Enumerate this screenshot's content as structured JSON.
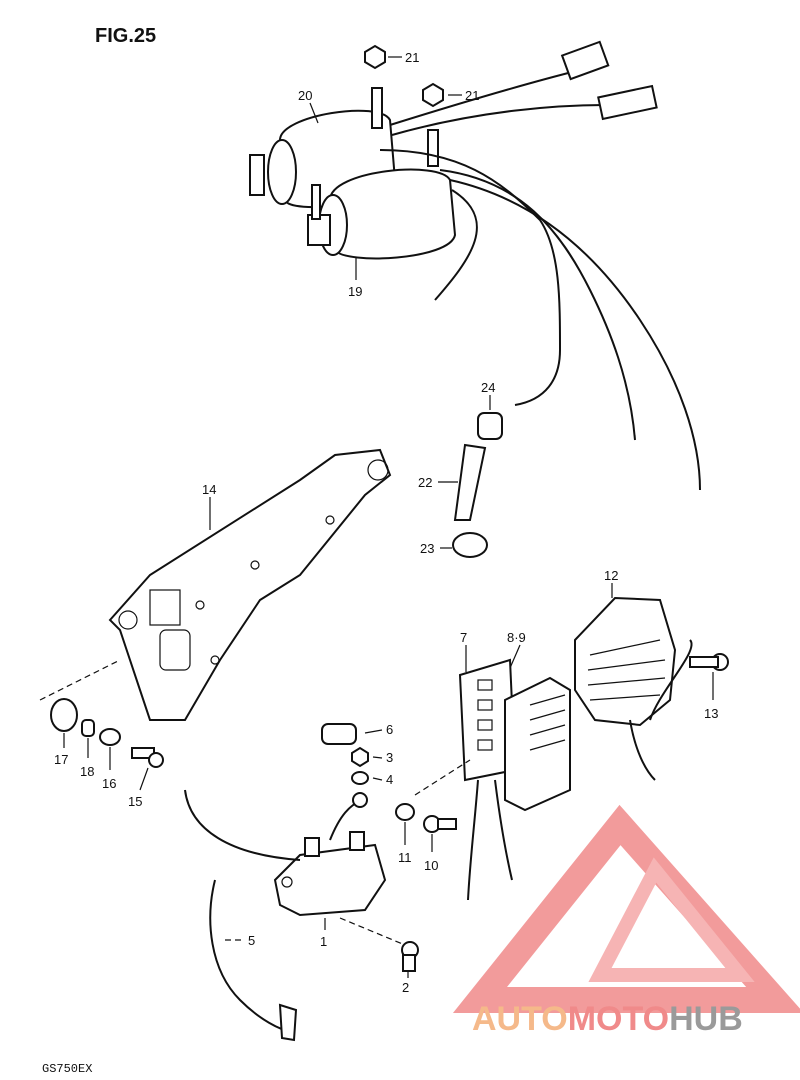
{
  "figure": {
    "title": "FIG.25",
    "model_code": "GS750EX"
  },
  "callouts": [
    {
      "id": "c21a",
      "label": "21"
    },
    {
      "id": "c21b",
      "label": "21"
    },
    {
      "id": "c20",
      "label": "20"
    },
    {
      "id": "c19",
      "label": "19"
    },
    {
      "id": "c24",
      "label": "24"
    },
    {
      "id": "c22",
      "label": "22"
    },
    {
      "id": "c23",
      "label": "23"
    },
    {
      "id": "c14",
      "label": "14"
    },
    {
      "id": "c12",
      "label": "12"
    },
    {
      "id": "c7",
      "label": "7"
    },
    {
      "id": "c89",
      "label": "8·9"
    },
    {
      "id": "c13",
      "label": "13"
    },
    {
      "id": "c6",
      "label": "6"
    },
    {
      "id": "c3",
      "label": "3"
    },
    {
      "id": "c4",
      "label": "4"
    },
    {
      "id": "c17",
      "label": "17"
    },
    {
      "id": "c18",
      "label": "18"
    },
    {
      "id": "c16",
      "label": "16"
    },
    {
      "id": "c15",
      "label": "15"
    },
    {
      "id": "c11",
      "label": "11"
    },
    {
      "id": "c10",
      "label": "10"
    },
    {
      "id": "c5",
      "label": "5"
    },
    {
      "id": "c1",
      "label": "1"
    },
    {
      "id": "c2",
      "label": "2"
    }
  ],
  "watermark": {
    "part1": "AUTO",
    "part2": "MOTO",
    "part3": "HUB",
    "colors": {
      "auto": "#f5b98a",
      "moto": "#f08a8a",
      "hub": "#9a9a9a",
      "logo": "#f08a8a"
    }
  }
}
